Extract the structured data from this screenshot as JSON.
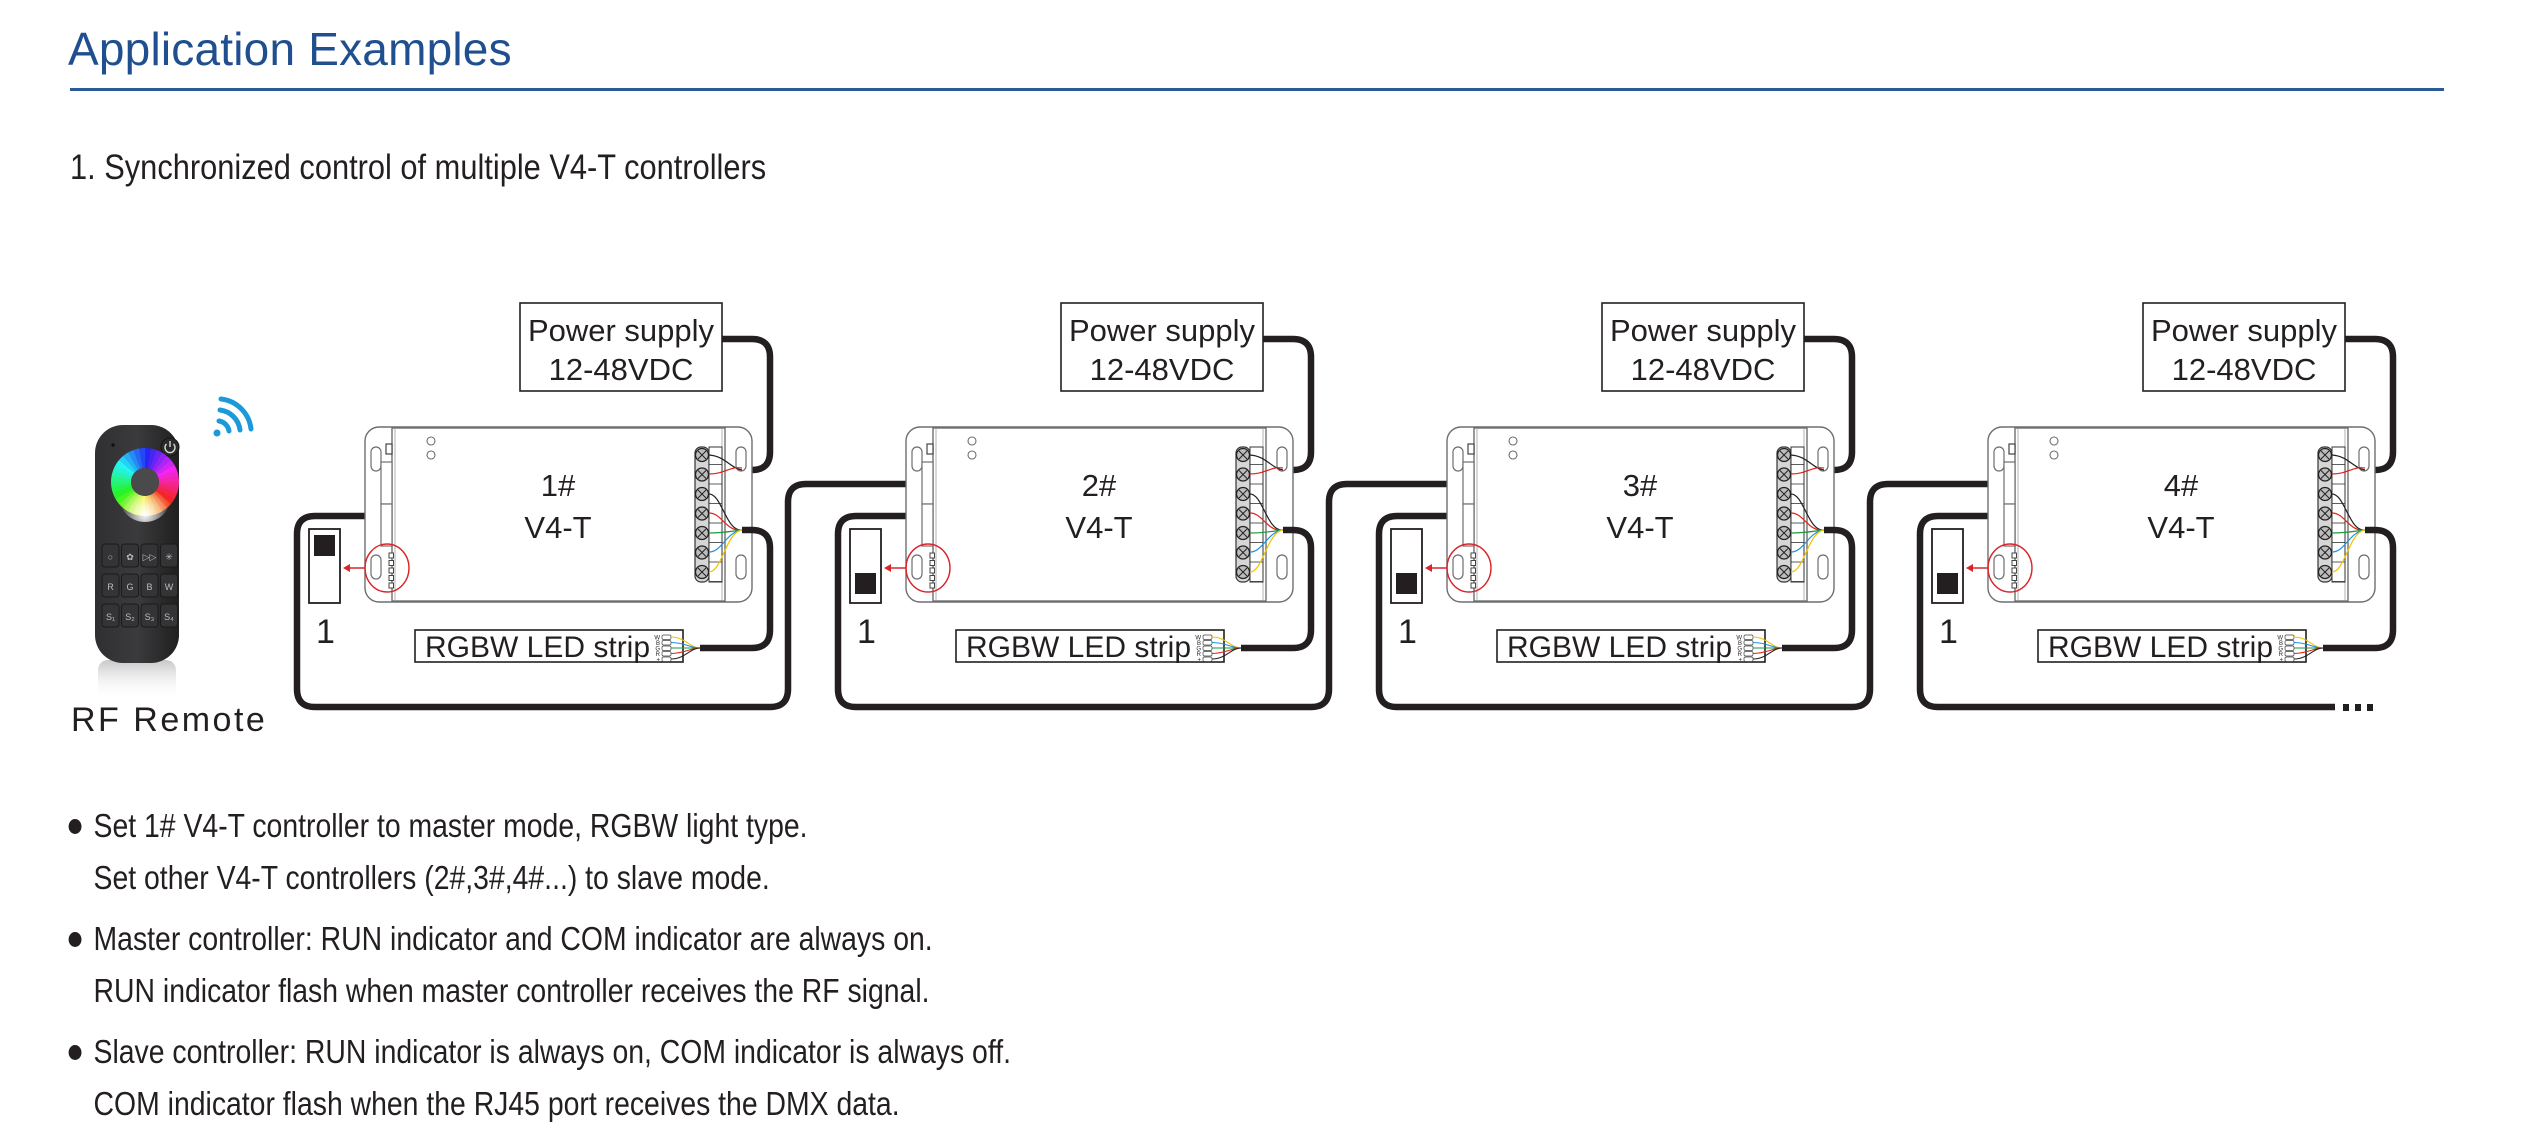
{
  "page": {
    "heading": "Application Examples",
    "subtitle": "1. Synchronized control of multiple V4-T controllers"
  },
  "colors": {
    "heading": "#1f4f8f",
    "rule": "#2c5a96",
    "signal_icon": "#1a9ad9",
    "dip_pointer": "#d9252a",
    "wire_white": "#f2c200",
    "wire_blue": "#1e90e0",
    "wire_green": "#1a9a3a",
    "wire_red": "#e2231a",
    "wire_black": "#231f20"
  },
  "remote": {
    "label": "RF Remote",
    "icon": "wireless-signal-icon",
    "power_icon": "power-icon",
    "buttons": [
      [
        "○",
        "✿",
        "▷▷",
        "✳"
      ],
      [
        "R",
        "G",
        "B",
        "W"
      ],
      [
        "S₁",
        "S₂",
        "S₃",
        "S₄"
      ]
    ]
  },
  "controllers": [
    {
      "number": "1#",
      "model": "V4-T",
      "power_supply": [
        "Power supply",
        "12-48VDC"
      ],
      "led_strip": "RGBW LED strip",
      "dip_label": "1",
      "dip_state": "on"
    },
    {
      "number": "2#",
      "model": "V4-T",
      "power_supply": [
        "Power supply",
        "12-48VDC"
      ],
      "led_strip": "RGBW LED strip",
      "dip_label": "1",
      "dip_state": "off"
    },
    {
      "number": "3#",
      "model": "V4-T",
      "power_supply": [
        "Power supply",
        "12-48VDC"
      ],
      "led_strip": "RGBW LED strip",
      "dip_label": "1",
      "dip_state": "off"
    },
    {
      "number": "4#",
      "model": "V4-T",
      "power_supply": [
        "Power supply",
        "12-48VDC"
      ],
      "led_strip": "RGBW LED strip",
      "dip_label": "1",
      "dip_state": "off"
    }
  ],
  "strip_pins": [
    "W",
    "B",
    "G",
    "R",
    "+"
  ],
  "continuation": "...",
  "notes": [
    {
      "lines": [
        "Set 1# V4-T controller to master mode, RGBW light type.",
        "Set other V4-T controllers (2#,3#,4#...) to slave mode."
      ]
    },
    {
      "lines": [
        "Master controller: RUN indicator and COM indicator are always on.",
        "RUN indicator flash when master controller receives the RF signal."
      ]
    },
    {
      "lines": [
        "Slave controller: RUN indicator is always on, COM indicator is always off.",
        "COM indicator flash when the RJ45 port receives the DMX data."
      ]
    }
  ]
}
